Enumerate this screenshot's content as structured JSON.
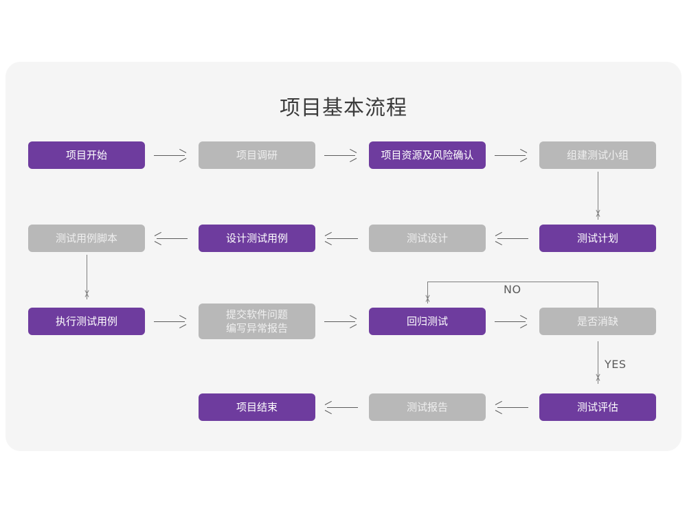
{
  "card": {
    "title": "项目基本流程",
    "background": "#f5f5f5",
    "page_background": "#ffffff"
  },
  "theme": {
    "purple": "#6e3c9e",
    "gray": "#b8b8b8",
    "line": "#5a5a5a",
    "title_color": "#3b3b3b"
  },
  "nodes": [
    {
      "id": "n1",
      "label": "项目开始",
      "style": "purple",
      "row": 1
    },
    {
      "id": "n2",
      "label": "项目调研",
      "style": "gray",
      "row": 1
    },
    {
      "id": "n3",
      "label": "项目资源及风险确认",
      "style": "purple",
      "row": 1
    },
    {
      "id": "n4",
      "label": "组建测试小组",
      "style": "gray",
      "row": 1
    },
    {
      "id": "n5",
      "label": "测试用例脚本",
      "style": "gray",
      "row": 2
    },
    {
      "id": "n6",
      "label": "设计测试用例",
      "style": "purple",
      "row": 2
    },
    {
      "id": "n7",
      "label": "测试设计",
      "style": "gray",
      "row": 2
    },
    {
      "id": "n8",
      "label": "测试计划",
      "style": "purple",
      "row": 2
    },
    {
      "id": "n9",
      "label": "执行测试用例",
      "style": "purple",
      "row": 3
    },
    {
      "id": "n10",
      "label": "提交软件问题\n编写异常报告",
      "style": "gray",
      "row": 3
    },
    {
      "id": "n11",
      "label": "回归测试",
      "style": "purple",
      "row": 3
    },
    {
      "id": "n12",
      "label": "是否消缺",
      "style": "gray",
      "row": 3
    },
    {
      "id": "n13",
      "label": "项目结束",
      "style": "purple",
      "row": 4
    },
    {
      "id": "n14",
      "label": "测试报告",
      "style": "gray",
      "row": 4
    },
    {
      "id": "n15",
      "label": "测试评估",
      "style": "purple",
      "row": 4
    }
  ],
  "edge_labels": {
    "no": "NO",
    "yes": "YES"
  }
}
